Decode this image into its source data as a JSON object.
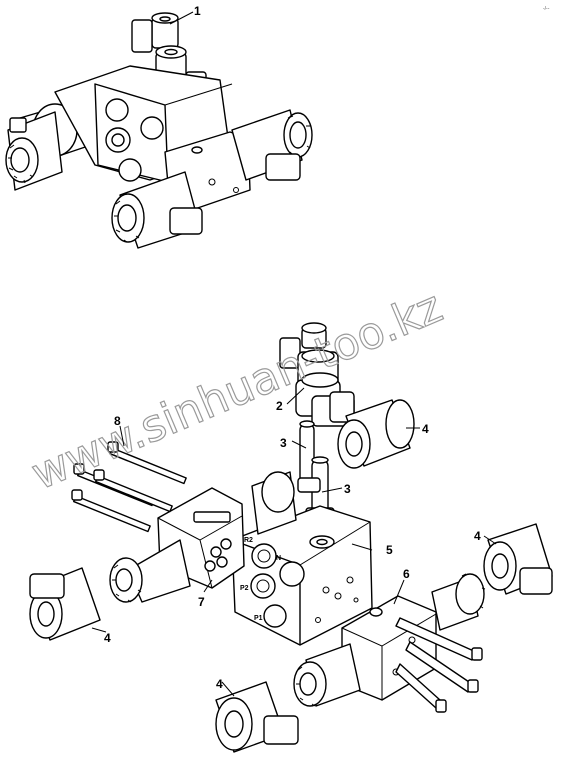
{
  "corner_mark": "-/--",
  "watermark": "www.sinhuan-too.kz",
  "callouts": {
    "c1": "1",
    "c2": "2",
    "c3a": "3",
    "c3b": "3",
    "c4a": "4",
    "c4b": "4",
    "c4c": "4",
    "c4d": "4",
    "c5": "5",
    "c6": "6",
    "c7": "7",
    "c8": "8"
  },
  "port_labels": {
    "r2": "R2",
    "p2": "P2",
    "p1": "P1",
    "n": "N"
  }
}
